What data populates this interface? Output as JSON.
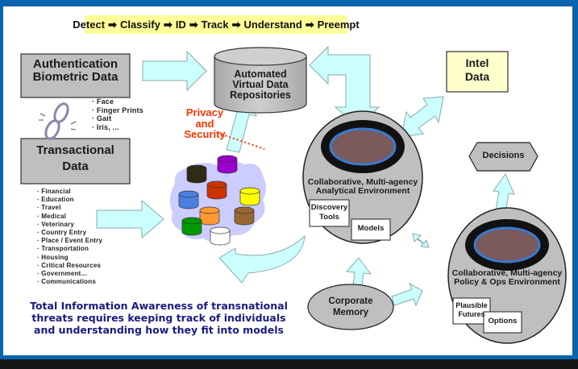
{
  "process_banner": {
    "steps": [
      "Detect",
      "Classify",
      "ID",
      "Track",
      "Understand",
      "Preempt"
    ],
    "arrow_glyph": "➡",
    "background": "#ffff99"
  },
  "auth_box": {
    "line1": "Authentication",
    "line2": "Biometric Data"
  },
  "biometric_items": [
    "Face",
    "Finger Prints",
    "Gait",
    "Iris, ..."
  ],
  "transactional_box": {
    "line1": "Transactional",
    "line2": "Data"
  },
  "transactional_items": [
    "Financial",
    "Education",
    "Travel",
    "Medical",
    "Veterinary",
    "Country Entry",
    "Place / Event Entry",
    "Transportation",
    "Housing",
    "Critical Resources",
    "Government...",
    "Communications"
  ],
  "repository": {
    "line1": "Automated",
    "line2": "Virtual Data",
    "line3": "Repositories"
  },
  "privacy": {
    "line1": "Privacy",
    "line2": "and",
    "line3": "Security",
    "color": "#ff3300"
  },
  "intel_box": {
    "line1": "Intel",
    "line2": "Data",
    "background": "#ffffcc"
  },
  "analytical_env": {
    "line1": "Collaborative, Multi-agency",
    "line2": "Analytical Environment",
    "box1_line1": "Discovery",
    "box1_line2": "Tools",
    "box2": "Models"
  },
  "policy_env": {
    "line1": "Collaborative, Multi-agency",
    "line2": "Policy & Ops Environment",
    "box1_line1": "Plausible",
    "box1_line2": "Futures",
    "box2": "Options"
  },
  "decisions": "Decisions",
  "corporate_memory": {
    "line1": "Corporate",
    "line2": "Memory"
  },
  "caption": {
    "line1": "Total Information Awareness of transnational",
    "line2": "threats requires keeping track of individuals",
    "line3": "and understanding how they fit into models",
    "color": "#1a1a80"
  },
  "colors": {
    "frame": "#0a63ad",
    "arrow_fill": "#ccffff",
    "node_gray": "#bfbfbf",
    "data_stores": [
      "#2e2a14",
      "#9900cc",
      "#cc3300",
      "#4a7fe0",
      "#ffff00",
      "#ff9933",
      "#996633",
      "#009900",
      "#ffffff"
    ]
  }
}
